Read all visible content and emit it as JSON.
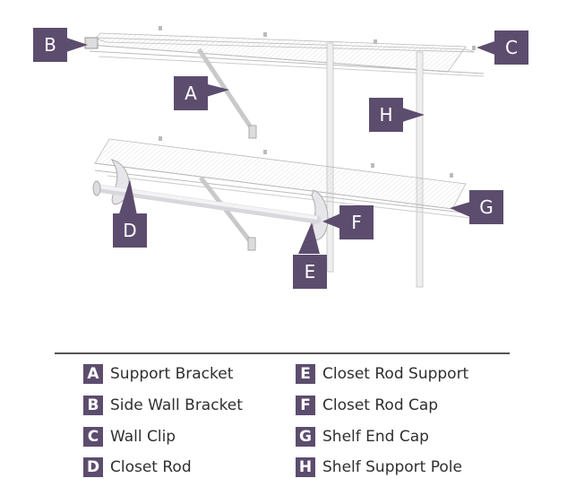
{
  "accent_color": "#5c4d6e",
  "diagram_callouts": [
    {
      "letter": "B"
    },
    {
      "letter": "A"
    },
    {
      "letter": "C"
    },
    {
      "letter": "H"
    },
    {
      "letter": "D"
    },
    {
      "letter": "F"
    },
    {
      "letter": "E"
    },
    {
      "letter": "G"
    }
  ],
  "legend": {
    "items": [
      {
        "letter": "A",
        "label": "Support Bracket"
      },
      {
        "letter": "B",
        "label": "Side Wall Bracket"
      },
      {
        "letter": "C",
        "label": "Wall Clip"
      },
      {
        "letter": "D",
        "label": "Closet Rod"
      },
      {
        "letter": "E",
        "label": "Closet Rod Support"
      },
      {
        "letter": "F",
        "label": "Closet Rod Cap"
      },
      {
        "letter": "G",
        "label": "Shelf End Cap"
      },
      {
        "letter": "H",
        "label": "Shelf Support Pole"
      }
    ]
  }
}
